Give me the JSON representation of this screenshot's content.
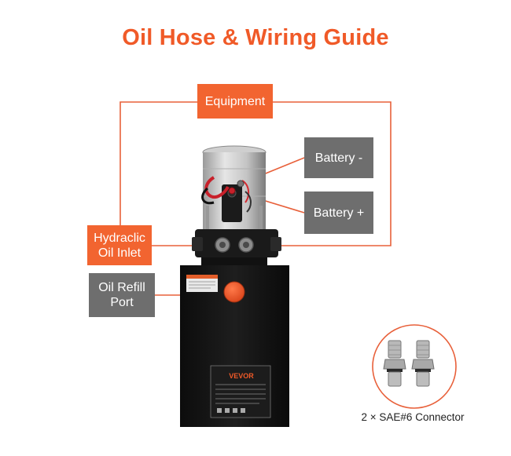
{
  "title": "Oil Hose & Wiring Guide",
  "labels": {
    "equipment": "Equipment",
    "battery_negative": "Battery -",
    "battery_positive": "Battery +",
    "hydraulic_inlet_line1": "Hydraclic",
    "hydraulic_inlet_line2": "Oil Inlet",
    "oil_refill_line1": "Oil Refill",
    "oil_refill_line2": "Port"
  },
  "brand": "VEVOR",
  "connector_caption": "2 × SAE#6 Connector",
  "colors": {
    "accent": "#f05a28",
    "label_orange": "#f26430",
    "label_gray": "#6e6e6e",
    "connector_line": "#e8603a",
    "tank": "#151515"
  }
}
